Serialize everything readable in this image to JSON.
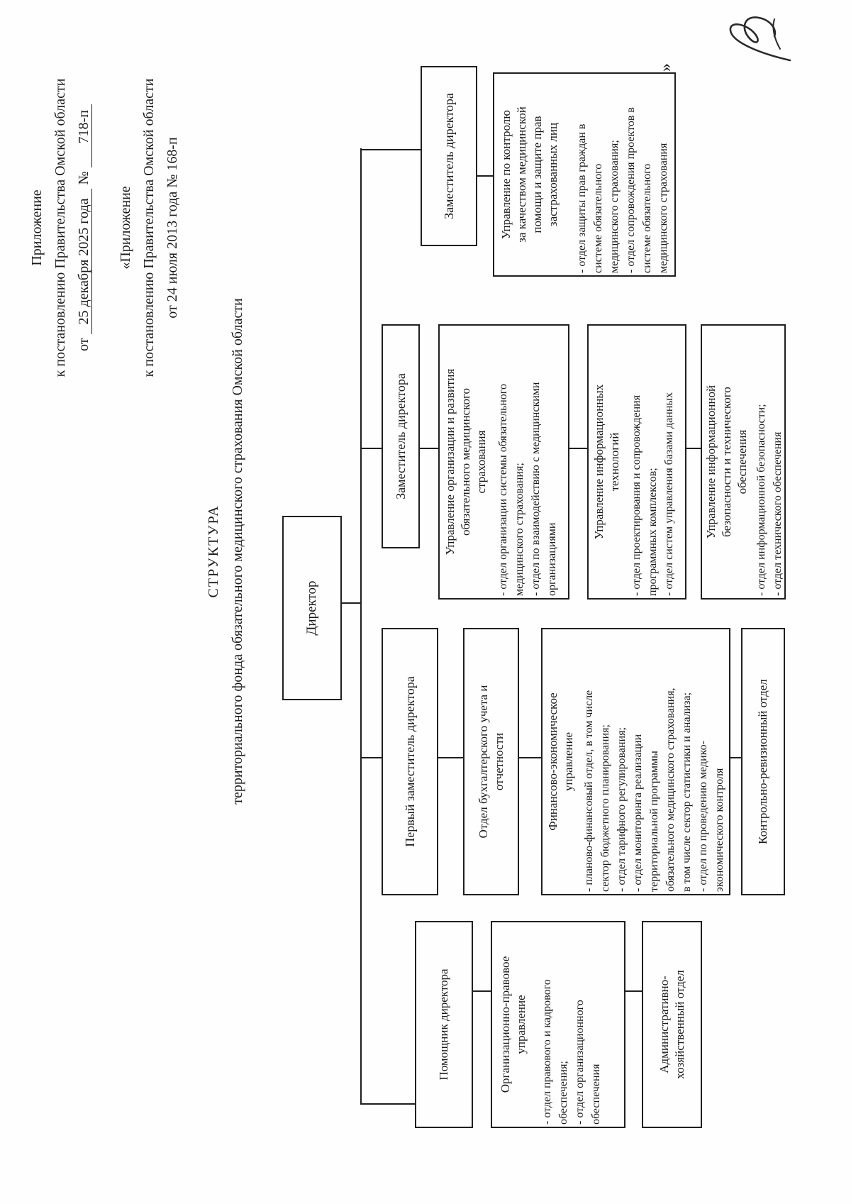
{
  "colors": {
    "ink": "#1f1f1f",
    "paper": "#fefefe"
  },
  "header": {
    "appendix_current": {
      "line1": "Приложение",
      "line2": "к постановлению Правительства Омской области",
      "prefix": "от",
      "date_blank": "25 декабря 2025 года",
      "number_sign": "№",
      "number_blank": "718-п"
    },
    "appendix_source": {
      "line1": "«Приложение",
      "line2": "к постановлению Правительства Омской области",
      "line3": "от 24 июля 2013 года № 168-п"
    }
  },
  "title": {
    "line1": "СТРУКТУРА",
    "line2": "территориального фонда обязательного медицинского страхования Омской области"
  },
  "chart": {
    "director": "Директор",
    "branch_assistant": {
      "head": "Помощник директора",
      "unit1_title": "Организационно-правовое\nуправление",
      "unit1_items": "- отдел правового и кадрового\nобеспечения;\n- отдел организационного\nобеспечения",
      "unit2_title": "Административно-\nхозяйственный отдел"
    },
    "branch_first_deputy": {
      "head": "Первый заместитель директора",
      "unit1_title": "Отдел бухгалтерского учета и\nотчетности",
      "unit2_title": "Финансово-экономическое\nуправление",
      "unit2_items": "- планово-финансовый отдел, в том числе\nсектор бюджетного планирования;\n- отдел тарифного регулирования;\n- отдел мониторинга реализации\nтерриториальной программы\nобязательного медицинского страхования,\nв том числе сектор статистики и анализа;\n- отдел по проведению медико-\nэкономического контроля",
      "unit3_title": "Контрольно-ревизионный отдел"
    },
    "branch_deputy_oms": {
      "head": "Заместитель директора",
      "unit1_title": "Управление организации и развития\nобязательного медицинского\nстрахования",
      "unit1_items": "- отдел организации системы обязательного\nмедицинского страхования;\n- отдел по взаимодействию с медицинскими\nорганизациями",
      "unit2_title": "Управление информационных\nтехнологий",
      "unit2_items": "- отдел проектирования и сопровождения\nпрограммных комплексов;\n- отдел систем управления базами данных",
      "unit3_title": "Управление информационной\nбезопасности и технического\nобеспечения",
      "unit3_items": "- отдел информационной безопасности;\n- отдел технического обеспечения"
    },
    "branch_deputy_quality": {
      "head": "Заместитель директора",
      "unit1_title": "Управление по контролю\nза качеством медицинской\nпомощи и защите прав\nзастрахованных лиц",
      "unit1_items": "- отдел защиты прав граждан в\nсистеме обязательного\nмедицинского страхования;\n- отдел сопровождения проектов в\nсистеме обязательного\nмедицинского страхования"
    },
    "closing_quote": "»"
  }
}
